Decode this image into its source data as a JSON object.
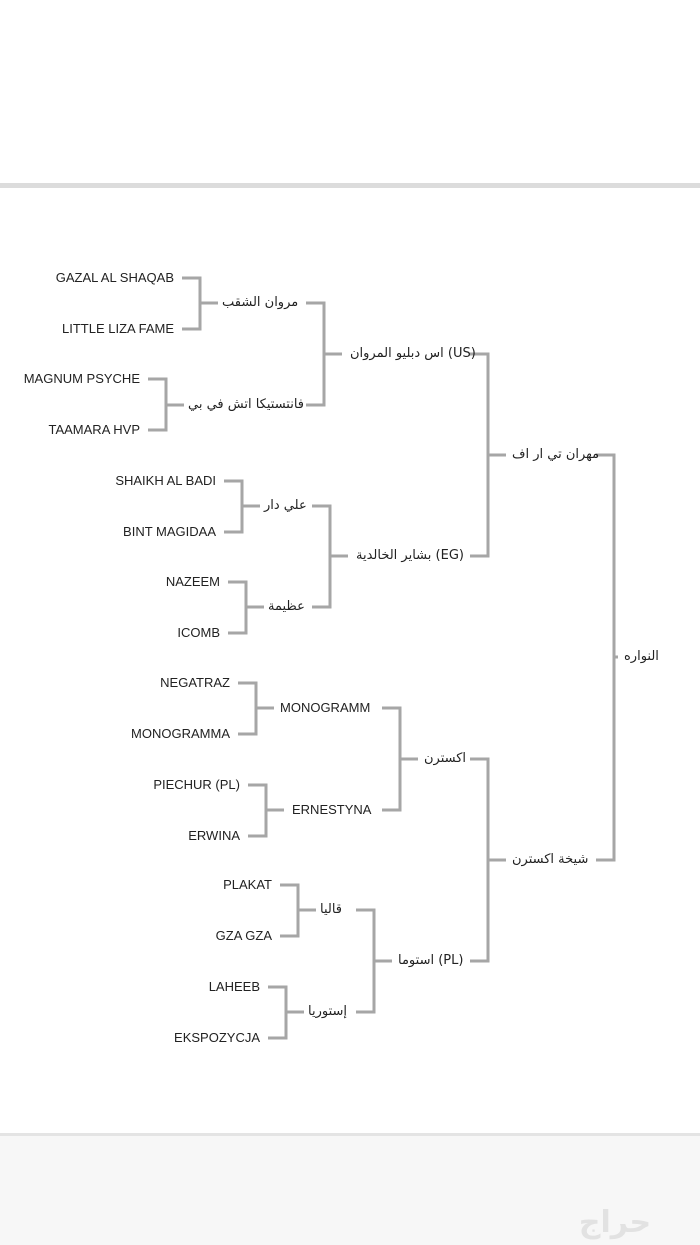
{
  "watermark": "حراج",
  "pedigree": {
    "root": "النواره",
    "sire": "مهران تي ار اف",
    "dam": "شيخة اكسترن",
    "sire_sire": "اس دبليو المروان (US)",
    "sire_dam": "بشاير الخالدية (EG)",
    "dam_sire": "اكسترن",
    "dam_dam": "استوما (PL)",
    "g3": [
      "مروان الشقب",
      "فانتستيكا اتش في بي",
      "علي دار",
      "عظيمة",
      "MONOGRAMM",
      "ERNESTYNA",
      "قاليا",
      "إستوريا"
    ],
    "g4": [
      "GAZAL AL SHAQAB",
      "LITTLE LIZA FAME",
      "MAGNUM PSYCHE",
      "TAAMARA HVP",
      "SHAIKH AL BADI",
      "BINT MAGIDAA",
      "NAZEEM",
      "ICOMB",
      "NEGATRAZ",
      "MONOGRAMMA",
      "PIECHUR (PL)",
      "ERWINA",
      "PLAKAT",
      "GZA GZA",
      "LAHEEB",
      "EKSPOZYCJA"
    ]
  }
}
